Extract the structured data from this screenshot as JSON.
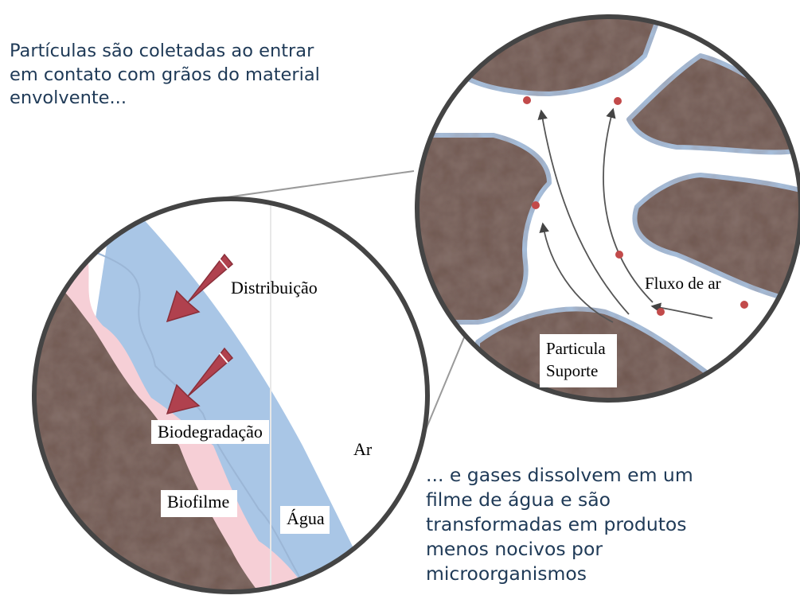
{
  "captions": {
    "top": "Partículas são coletadas ao entrar\nem contato com grãos do material\nenvolvente...",
    "bottom": "... e gases dissolvem em um\nfilme de água e são\ntransformadas em produtos\nmenos nocivos por\nmicroorganismos"
  },
  "labels": {
    "distribuicao": "Distribuição",
    "biodegradacao": "Biodegradação",
    "ar": "Ar",
    "biofilme": "Biofilme",
    "agua": "Água",
    "fluxo_de_ar": "Fluxo de ar",
    "particula": "Particula",
    "suporte": "Suporte"
  },
  "colors": {
    "grain": "#6e5650",
    "water_film": "#a9c6e6",
    "biofilm": "#f6cfd6",
    "air": "#ffffff",
    "circle_outline": "#444444",
    "arrow": "#b0414e",
    "particle": "#c24a4a",
    "caption_text": "#1f3a57"
  }
}
